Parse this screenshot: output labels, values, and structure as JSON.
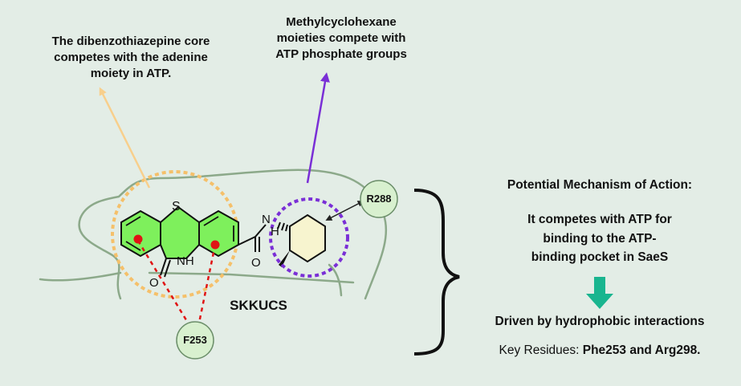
{
  "annotations": {
    "core_note_1": "The dibenzothiazepine core",
    "core_note_2": "competes with the adenine",
    "core_note_3": "moiety in ATP.",
    "methyl_note_1": "Methylcyclohexane",
    "methyl_note_2": "moieties compete with",
    "methyl_note_3": "ATP phosphate groups"
  },
  "molecule": {
    "name": "SKKUCS",
    "atoms": {
      "sulfur": "S",
      "nh": "NH",
      "n": "N",
      "h": "H",
      "o1": "O",
      "o2": "O"
    }
  },
  "residues": {
    "r288": "R288",
    "f253": "F253"
  },
  "panel": {
    "heading": "Potential Mechanism of Action:",
    "line1": "It competes with ATP for",
    "line2": "binding to the ATP-",
    "line3": "binding pocket in SaeS",
    "driven": "Driven by hydrophobic interactions",
    "key_prefix": "Key Residues: ",
    "key_bold": "Phe253 and Arg298."
  },
  "colors": {
    "background": "#e3ede6",
    "pocket_line": "#8ca98a",
    "aromatic_fill": "#7ef05c",
    "orange_dotted": "#f5c06a",
    "orange_arrow": "#f8cf8c",
    "purple": "#7a2fd6",
    "red_dashed": "#e01414",
    "residue_fill": "#d8f0cf",
    "down_arrow": "#19b58f",
    "cyclohexane_fill": "#f7f4cf"
  },
  "icons": {
    "down_arrow": "down-arrow-icon",
    "brace": "right-brace-icon"
  }
}
